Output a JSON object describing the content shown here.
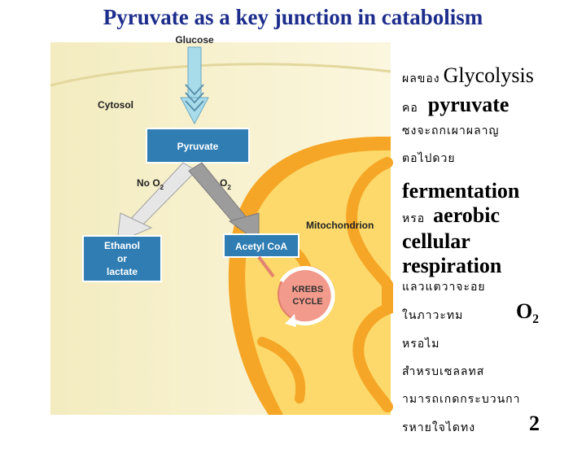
{
  "title": "Pyruvate as a key junction in catabolism",
  "diagram": {
    "glucose": "Glucose",
    "cytosol": "Cytosol",
    "pyruvate": "Pyruvate",
    "no_o2": "No O",
    "no_o2_sub": "2",
    "o2": "O",
    "o2_sub": "2",
    "mitochondrion": "Mitochondrion",
    "ethanol_1": "Ethanol",
    "ethanol_2": "or",
    "ethanol_3": "lactate",
    "acetyl_coa": "Acetyl CoA",
    "krebs_1": "KREBS",
    "krebs_2": "CYCLE"
  },
  "side": {
    "l1_thai": "ผลของ",
    "l1_en": "Glycolysis",
    "l2_thai": "คอ",
    "l2_en": "pyruvate",
    "l3": "ซงจะถกเผาผลาญ",
    "l4": "ตอไปดวย",
    "l5": "fermentation",
    "l6_thai": "หรอ",
    "l6_en": "aerobic",
    "l7": "cellular",
    "l8": "respiration",
    "l9": "แลวแตวาจะอย",
    "l10_thai": "ในภาวะทม",
    "l10_o": "O",
    "l10_sub": "2",
    "l11": "หรอไม",
    "l12": "สำหรบเซลลทส",
    "l13": "ามารถเกดกระบวนกา",
    "l14_thai": "รหายใจไดทง",
    "l14_num": "2"
  },
  "colors": {
    "title": "#1d2d8c",
    "cytosol_bg": "#f8f2c6",
    "mito_outer": "#f6a626",
    "mito_inner": "#fcd96a",
    "box_blue": "#2f7db3",
    "glucose_arrow": "#a8dceb",
    "krebs": "#f29a8c"
  }
}
